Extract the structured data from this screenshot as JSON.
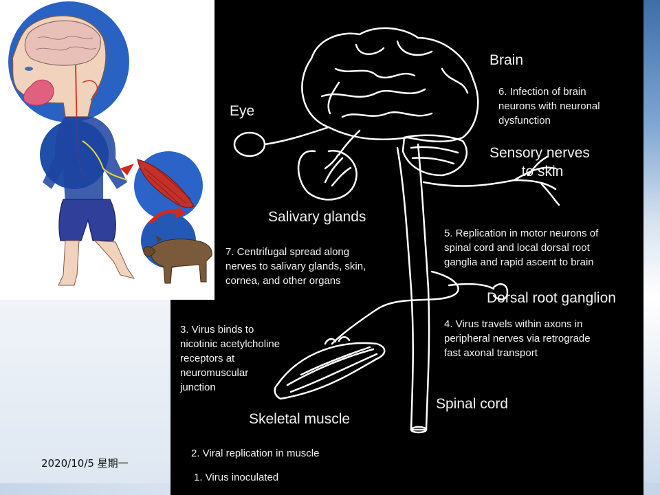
{
  "slide": {
    "date_label": "2020/10/5 星期一"
  },
  "diagram": {
    "labels": {
      "brain": "Brain",
      "step6": "6. Infection of brain\nneurons with neuronal\ndysfunction",
      "eye": "Eye",
      "sensory": "Sensory nerves\n        to skin",
      "salivary": "Salivary glands",
      "step5": "5. Replication in motor neurons of\nspinal cord and local dorsal root\nganglia and rapid ascent to brain",
      "step7": "7. Centrifugal spread along\nnerves to salivary glands, skin,\ncornea, and other organs",
      "drg": "Dorsal root ganglion",
      "step3": "3. Virus binds to\nnicotinic acetylcholine\nreceptors at\nneuromuscular\njunction",
      "step4": "4. Virus travels within axons in\nperipheral nerves via retrograde\nfast axonal transport",
      "spinal": "Spinal cord",
      "skeletal": "Skeletal muscle",
      "step2": "2. Viral replication in muscle",
      "step1": "1. Virus inoculated"
    }
  },
  "colors": {
    "panel_bg": "#000000",
    "line": "#ffffff",
    "accent_blue": "#1f4fa8"
  }
}
